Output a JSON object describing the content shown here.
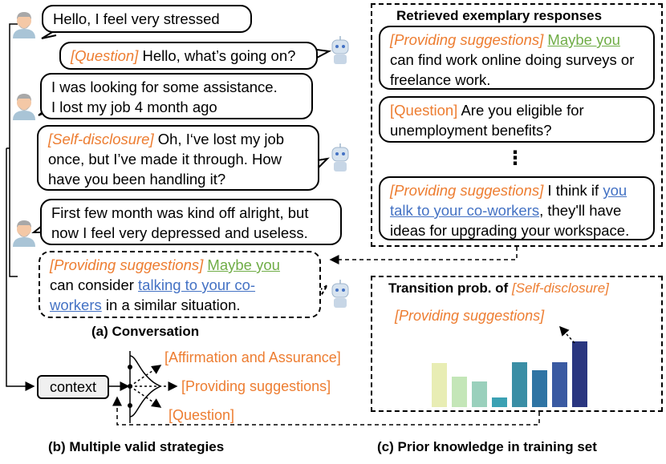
{
  "conversation": {
    "caption": "(a) Conversation",
    "turns": [
      {
        "speaker": "user",
        "text": "Hello, I feel very stressed"
      },
      {
        "speaker": "bot",
        "strategy": "[Question]",
        "text": " Hello, what’s going on?"
      },
      {
        "speaker": "user",
        "line1": "I was looking for some assistance.",
        "line2": "I lost my job 4 month ago"
      },
      {
        "speaker": "bot",
        "strategy": "[Self-disclosure]",
        "line1": " Oh, I‘ve lost my job",
        "line2": "once, but I’ve made it through. How",
        "line3": "have you been handling it?"
      },
      {
        "speaker": "user",
        "line1": "First few month was kind off alright, but",
        "line2": "now I feel very depressed and useless."
      },
      {
        "speaker": "bot",
        "strategy": "[Providing suggestions]",
        "green": "Maybe you",
        "line2a": "can consider ",
        "blue1": "talking to your co-",
        "blue2": "workers",
        "line3b": " in a similar situation."
      }
    ]
  },
  "exemplars": {
    "title": "Retrieved exemplary responses",
    "items": [
      {
        "strategy": "[Providing suggestions]",
        "green": "Maybe you",
        "line2": "can find work online doing surveys or",
        "line3": "freelance work."
      },
      {
        "strategy": "[Question]",
        "line1": " Are you eligible for",
        "line2": "unemployment benefits?"
      },
      {
        "strategy": "[Providing suggestions]",
        "line1": " I think if ",
        "blue1": "you",
        "blue2": "talk to your co-workers",
        "line2b": ", they'll have",
        "line3": "ideas for upgrading your workspace."
      }
    ],
    "ellipsis": "⋮"
  },
  "strategies": {
    "context_label": "context",
    "options": [
      "[Affirmation and Assurance]",
      "[Providing suggestions]",
      "[Question]"
    ],
    "caption": "(b) Multiple valid strategies"
  },
  "prior": {
    "title_prefix": "Transition prob. of ",
    "title_strategy": "[Self-disclosure]",
    "arrow_label": "[Providing suggestions]",
    "caption": "(c) Prior knowledge in training set"
  },
  "chart_data": {
    "type": "bar",
    "categories": [],
    "values": [
      0.55,
      0.38,
      0.32,
      0.12,
      0.56,
      0.46,
      0.56,
      0.82
    ],
    "ylim": [
      0,
      1
    ],
    "colors": [
      "#E8EDB4",
      "#C4E6B8",
      "#9AD0BC",
      "#3BA1B3",
      "#3A8EA5",
      "#2F74A4",
      "#3A5AA2",
      "#2A3680"
    ]
  },
  "colors": {
    "strategy": "#ED7D31",
    "green": "#70AD47",
    "blue": "#4472C4"
  },
  "icons": {
    "user": "user-avatar-icon",
    "bot": "robot-avatar-icon"
  }
}
